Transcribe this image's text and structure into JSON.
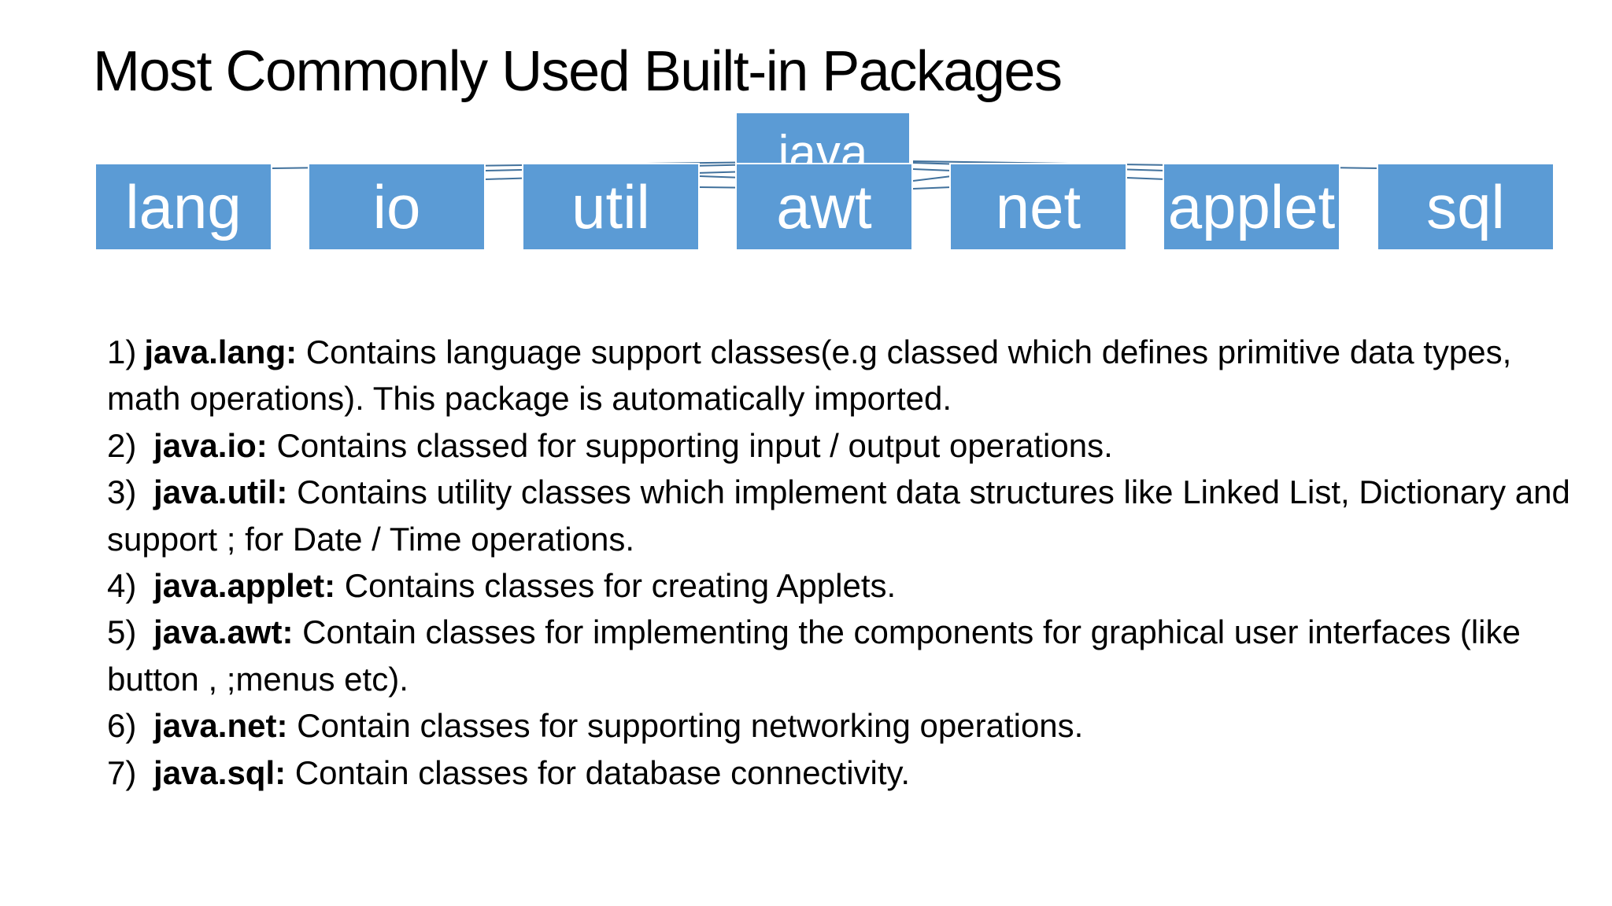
{
  "title": "Most Commonly Used Built-in Packages",
  "diagram": {
    "root": "java",
    "packages": [
      "lang",
      "io",
      "util",
      "awt",
      "net",
      "applet",
      "sql"
    ],
    "box_color": "#5b9bd5",
    "text_color": "#ffffff",
    "connector_color": "#41719c"
  },
  "items": [
    {
      "num": "1)",
      "name": "java.lang:",
      "text": "Contains language support classes(e.g classed which defines primitive data types, math operations). This package is automatically imported."
    },
    {
      "num": "2)",
      "name": "java.io:",
      "text": "Contains classed for supporting input / output operations."
    },
    {
      "num": "3)",
      "name": "java.util:",
      "text": "Contains utility classes which implement data structures like Linked List, Dictionary and support ; for Date / Time operations."
    },
    {
      "num": "4)",
      "name": "java.applet:",
      "text": "Contains classes for creating Applets."
    },
    {
      "num": "5)",
      "name": "java.awt:",
      "text": "Contain classes for implementing the components for graphical user interfaces (like button , ;menus etc)."
    },
    {
      "num": "6)",
      "name": "java.net:",
      "text": "Contain classes for supporting networking operations."
    },
    {
      "num": "7)",
      "name": "java.sql:",
      "text": "Contain classes for database connectivity."
    }
  ]
}
